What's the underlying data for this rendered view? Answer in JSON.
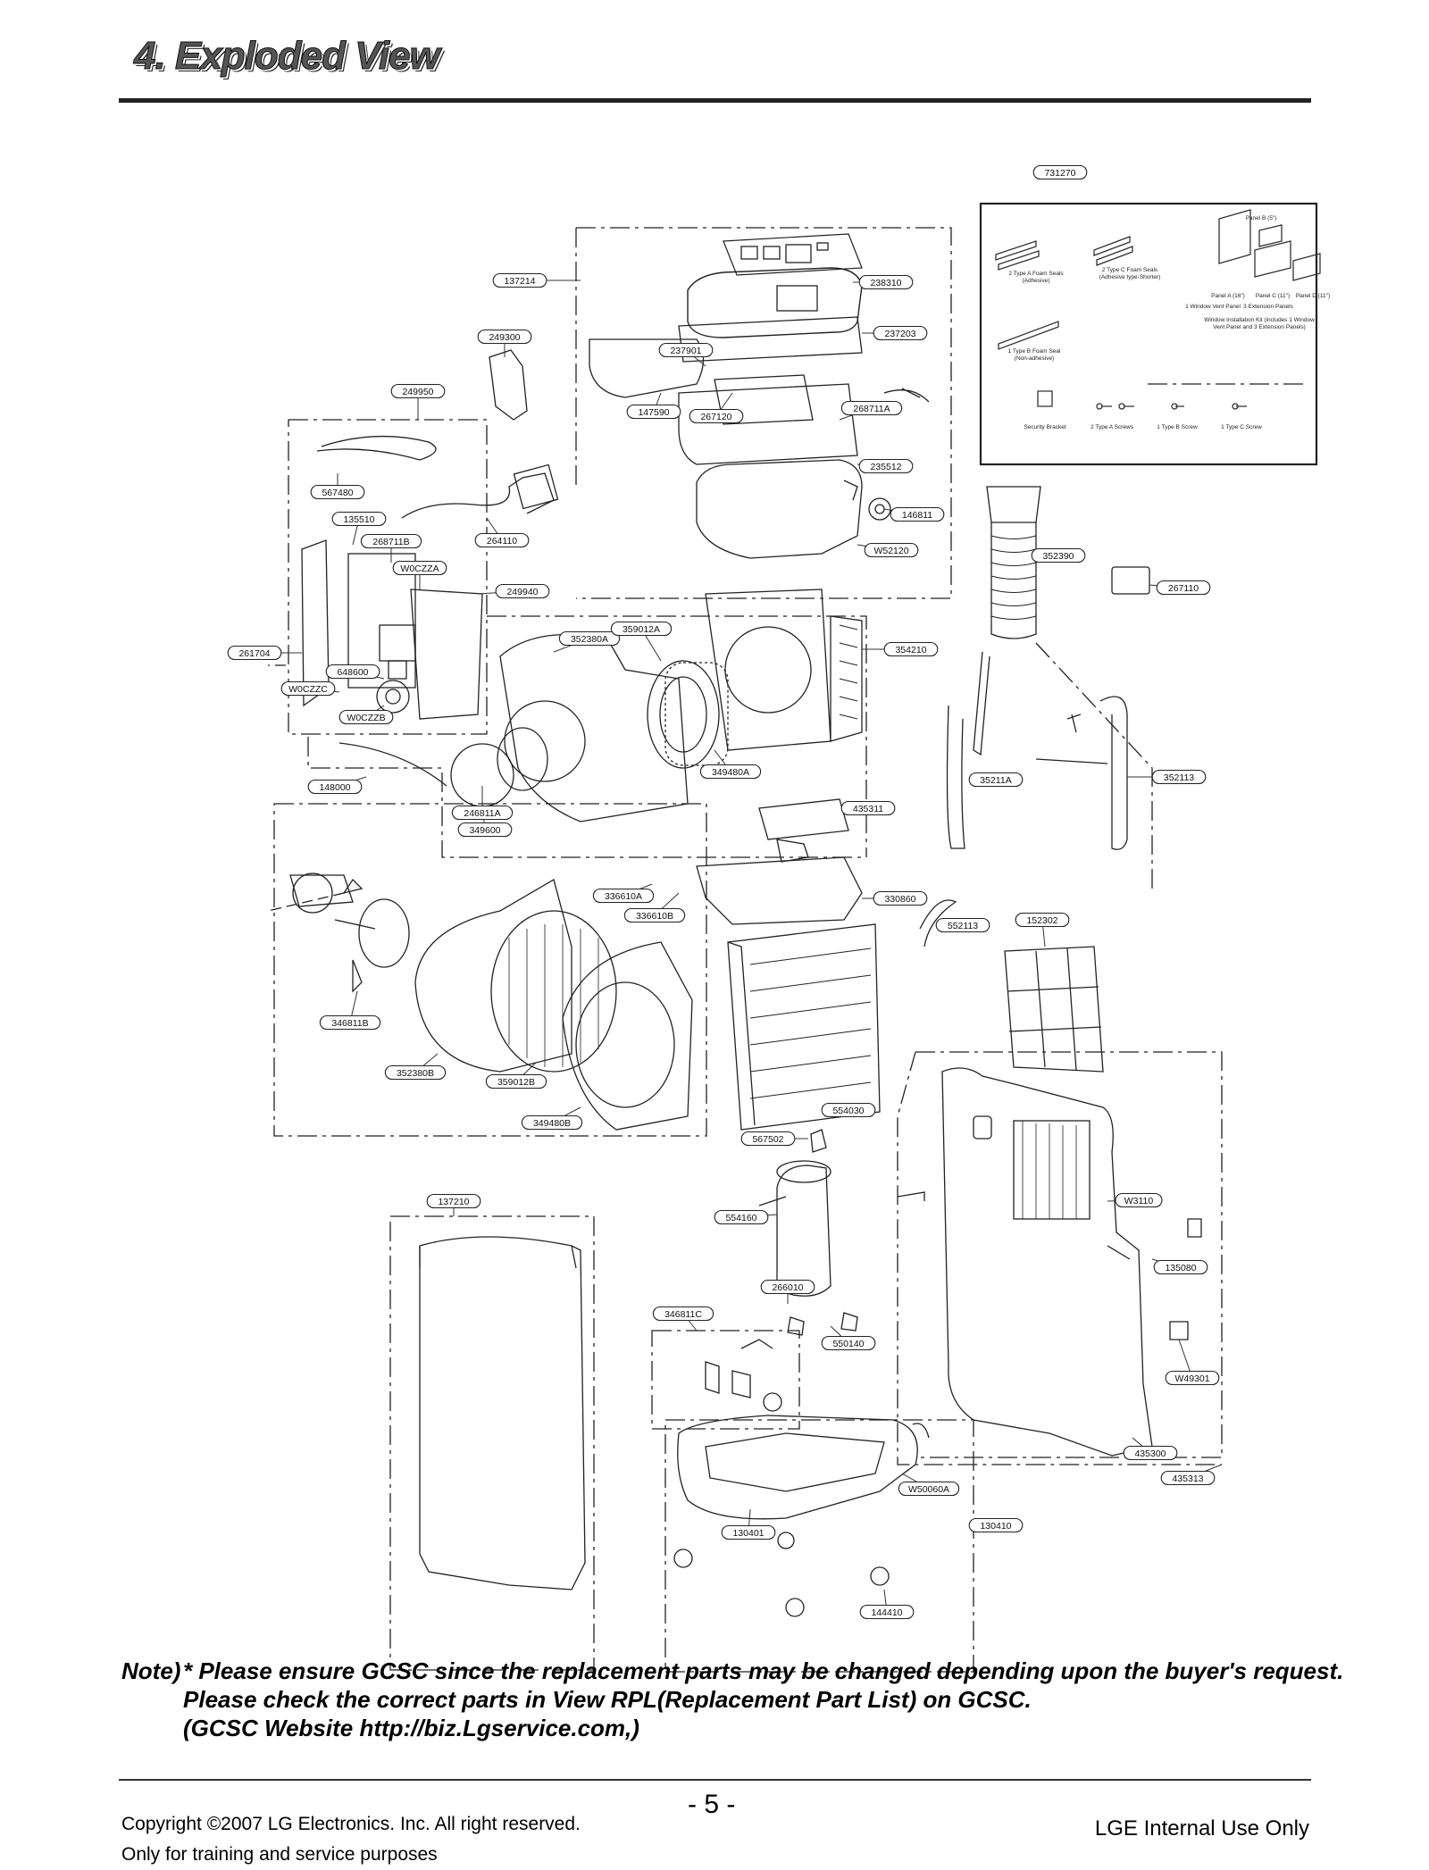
{
  "page": {
    "heading": "4. Exploded View",
    "page_number": "- 5 -",
    "copyright_line1": "Copyright ©2007 LG Electronics. Inc. All right reserved.",
    "copyright_line2": "Only for training and service purposes",
    "internal_note": "LGE Internal Use Only"
  },
  "note": {
    "label": "Note)",
    "line1": "* Please ensure GCSC since the replacement parts may be changed depending upon the buyer's request.",
    "line2": "Please check  the correct parts in View RPL(Replacement Part List) on GCSC.",
    "line3": "(GCSC Website  http://biz.Lgservice.com,)"
  },
  "kit_box": {
    "label": "731270",
    "items": {
      "panel_b": "Panel B (5\")",
      "foam_a": "2 Type A Foam Seals\n(Adhesive)",
      "foam_c": "2 Type C Foam Seals\n(Adhesive type-Shorter)",
      "panel_a": "Panel A (16\")",
      "panel_c": "Panel C (11\")",
      "panel_d": "Panel D (11\")",
      "vent_panel": "1 Window Vent Panel",
      "ext_panels": "3 Extension Panels",
      "kit_desc": "Window Installation Kit (includes 1 Window\nVent Panel and 3 Extension Panels)",
      "foam_b": "1 Type B Foam Seal\n(Non-adhesive)",
      "bracket": "Security Bracket",
      "screw_a": "2 Type A Screws",
      "screw_b": "1 Type B Screw",
      "screw_c": "1 Type C Screw"
    }
  },
  "part_labels": {
    "137214": "137214",
    "238310": "238310",
    "237203": "237203",
    "249300": "249300",
    "237901": "237901",
    "249950": "249950",
    "147590": "147590",
    "267120": "267120",
    "268711A": "268711A",
    "235512": "235512",
    "146811": "146811",
    "W52120": "W52120",
    "567480": "567480",
    "135510": "135510",
    "268711B": "268711B",
    "264110": "264110",
    "W0CZZA": "W0CZZA",
    "249940": "249940",
    "261704": "261704",
    "352380A": "352380A",
    "359012A": "359012A",
    "354210": "354210",
    "648600": "648600",
    "W0CZZC": "W0CZZC",
    "W0CZZB": "W0CZZB",
    "352390": "352390",
    "267110": "267110",
    "148000": "148000",
    "246811A": "246811A",
    "349600": "349600",
    "349480A": "349480A",
    "35211A": "35211A",
    "352113": "352113",
    "435311": "435311",
    "336610A": "336610A",
    "336610B": "336610B",
    "330860": "330860",
    "552113": "552113",
    "152302": "152302",
    "346811B": "346811B",
    "352380B": "352380B",
    "359012B": "359012B",
    "349480B": "349480B",
    "554030": "554030",
    "567502": "567502",
    "137210": "137210",
    "554160": "554160",
    "W3110": "W3110",
    "135080": "135080",
    "266010": "266010",
    "346811C": "346811C",
    "550140": "550140",
    "W49301": "W49301",
    "W50060A": "W50060A",
    "435300": "435300",
    "435313": "435313",
    "130410": "130410",
    "130401": "130401",
    "144410": "144410"
  }
}
